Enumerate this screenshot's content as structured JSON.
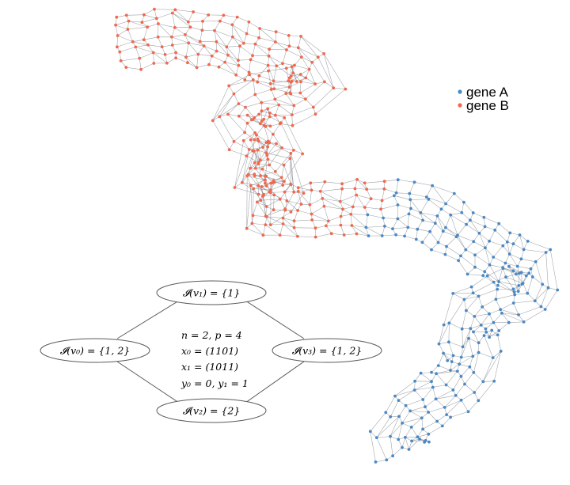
{
  "colors": {
    "gene_a": "#4a89c5",
    "gene_b": "#f0684e",
    "edge": "#8c9097",
    "ellipse_stroke": "#5a5a5a"
  },
  "legend": {
    "items": [
      {
        "label": "gene A",
        "color": "#4a89c5"
      },
      {
        "label": "gene B",
        "color": "#f0684e"
      }
    ]
  },
  "lattice": {
    "nodes": [
      {
        "label": "𝓘(v₁) = {1}"
      },
      {
        "label": "𝓘(v₀) = {1, 2}"
      },
      {
        "label": "𝓘(v₃) = {1, 2}"
      },
      {
        "label": "𝓘(v₂) = {2}"
      }
    ],
    "center_text": [
      "n = 2, p = 4",
      "x₀ = (1101)",
      "x₁ = (1011)",
      "y₀ = 0, y₁ = 1"
    ]
  }
}
